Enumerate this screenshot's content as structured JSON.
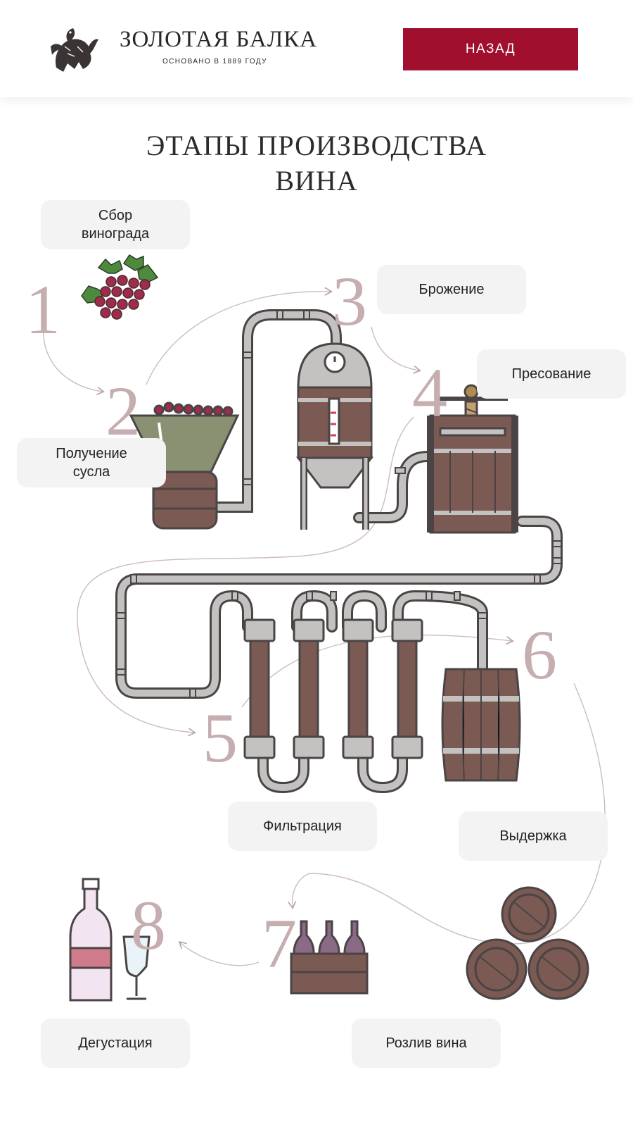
{
  "header": {
    "brand_name": "ЗОЛОТАЯ БАЛКА",
    "brand_subtitle": "ОСНОВАНО В 1889 ГОДУ",
    "back_label": "НАЗАД",
    "accent_color": "#a00f2e",
    "logo_icon": "griffin-logo-icon"
  },
  "page": {
    "title_line1": "ЭТАПЫ ПРОИЗВОДСТВА",
    "title_line2": "ВИНА"
  },
  "steps": [
    {
      "number": "1",
      "label_line1": "Сбор",
      "label_line2": "винограда",
      "icon": "grapes-icon"
    },
    {
      "number": "2",
      "label_line1": "Получение",
      "label_line2": "сусла",
      "icon": "crusher-icon"
    },
    {
      "number": "3",
      "label_line1": "Брожение",
      "label_line2": "",
      "icon": "fermentation-tank-icon"
    },
    {
      "number": "4",
      "label_line1": "Пресование",
      "label_line2": "",
      "icon": "wine-press-icon"
    },
    {
      "number": "5",
      "label_line1": "Фильтрация",
      "label_line2": "",
      "icon": "filter-columns-icon"
    },
    {
      "number": "6",
      "label_line1": "Выдержка",
      "label_line2": "",
      "icon": "aging-barrel-icon"
    },
    {
      "number": "7",
      "label_line1": "Розлив вина",
      "label_line2": "",
      "icon": "bottle-crate-icon"
    },
    {
      "number": "8",
      "label_line1": "Дегустация",
      "label_line2": "",
      "icon": "wine-glass-icon"
    }
  ]
}
